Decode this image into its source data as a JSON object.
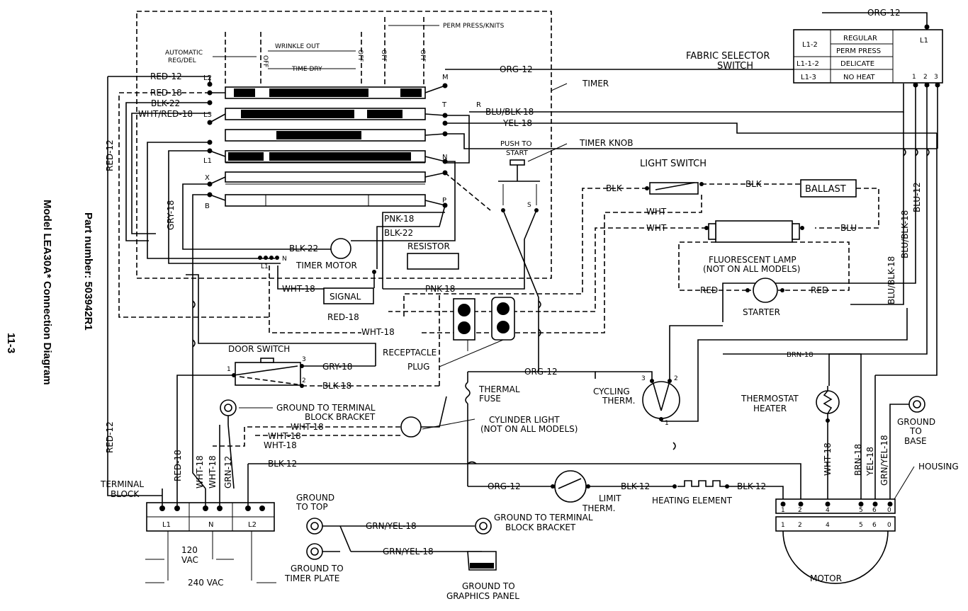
{
  "side": {
    "model": "Model LEA30A* Connection Diagram",
    "part": "Part number: 503942R1",
    "page": "11-3"
  },
  "timer": {
    "label": "TIMER",
    "perm_press": "PERM PRESS/KNITS",
    "automatic": "AUTOMATIC",
    "reg_del": "REG/DEL",
    "wrinkle_out": "WRINKLE OUT",
    "time_dry": "TIME DRY",
    "off": "OFF",
    "terms_left": [
      "L2",
      "L3",
      "L1",
      "X",
      "B"
    ],
    "terms_right": [
      "M",
      "T",
      "R",
      "N",
      "P"
    ],
    "knob": "TIMER KNOB",
    "push": "PUSH TO",
    "start": "START",
    "motor": "TIMER MOTOR",
    "resistor": "RESISTOR",
    "signal": "SIGNAL",
    "n_label": "N",
    "contact_label": "S"
  },
  "wires": {
    "red12": "RED-12",
    "red18": "RED-18",
    "blk22": "BLK-22",
    "wht_red18": "WHT/RED-18",
    "gry18": "GRY-18",
    "org12": "ORG-12",
    "blu_blk18": "BLU/BLK-18",
    "yel18": "YEL-18",
    "pnk18": "PNK-18",
    "wht18": "WHT-18",
    "blk18": "BLK-18",
    "blk12": "BLK-12",
    "grn12": "GRN-12",
    "brn18": "BRN-18",
    "blu12": "BLU-12",
    "grn_yel18": "GRN/YEL-18",
    "blk": "BLK",
    "wht": "WHT",
    "blu": "BLU",
    "red": "RED"
  },
  "selector": {
    "title1": "FABRIC SELECTOR",
    "title2": "SWITCH",
    "rows": [
      {
        "code": "L1-2",
        "name": "REGULAR"
      },
      {
        "code": "",
        "name": "PERM PRESS"
      },
      {
        "code": "L1-1-2",
        "name": "DELICATE"
      },
      {
        "code": "L1-3",
        "name": "NO HEAT"
      }
    ],
    "l1": "L1",
    "terms": [
      "1",
      "2",
      "3"
    ]
  },
  "components": {
    "light_switch": "LIGHT SWITCH",
    "ballast": "BALLAST",
    "lamp1": "FLUORESCENT LAMP",
    "lamp2": "(NOT ON ALL MODELS)",
    "starter": "STARTER",
    "receptacle": "RECEPTACLE",
    "plug": "PLUG",
    "door_switch": "DOOR SWITCH",
    "ds_terms": [
      "1",
      "3",
      "2"
    ],
    "ground_tb1": "GROUND TO TERMINAL",
    "ground_tb2": "BLOCK BRACKET",
    "cyl_light1": "CYLINDER LIGHT",
    "cyl_light2": "(NOT ON ALL MODELS)",
    "thermal1": "THERMAL",
    "thermal2": "FUSE",
    "cycling1": "CYCLING",
    "cycling2": "THERM.",
    "cyc_terms": [
      "3",
      "2",
      "1"
    ],
    "thermostat1": "THERMOSTAT",
    "thermostat2": "HEATER",
    "ground_base1": "GROUND",
    "ground_base2": "TO",
    "ground_base3": "BASE",
    "housing": "HOUSING",
    "terminal_block1": "TERMINAL",
    "terminal_block2": "BLOCK",
    "tb_terms": [
      "L1",
      "N",
      "L2"
    ],
    "vac120a": "120",
    "vac120b": "VAC",
    "vac240": "240 VAC",
    "ground_top1": "GROUND",
    "ground_top2": "TO TOP",
    "ground_timer1": "GROUND TO",
    "ground_timer2": "TIMER PLATE",
    "ground_tb_bracket1": "GROUND TO TERMINAL",
    "ground_tb_bracket2": "BLOCK BRACKET",
    "ground_graphics1": "GROUND TO",
    "ground_graphics2": "GRAPHICS PANEL",
    "limit1": "LIMIT",
    "limit2": "THERM.",
    "heating": "HEATING ELEMENT",
    "motor": "MOTOR",
    "motor_terms": [
      "1",
      "2",
      "4",
      "5",
      "6",
      "0"
    ]
  }
}
